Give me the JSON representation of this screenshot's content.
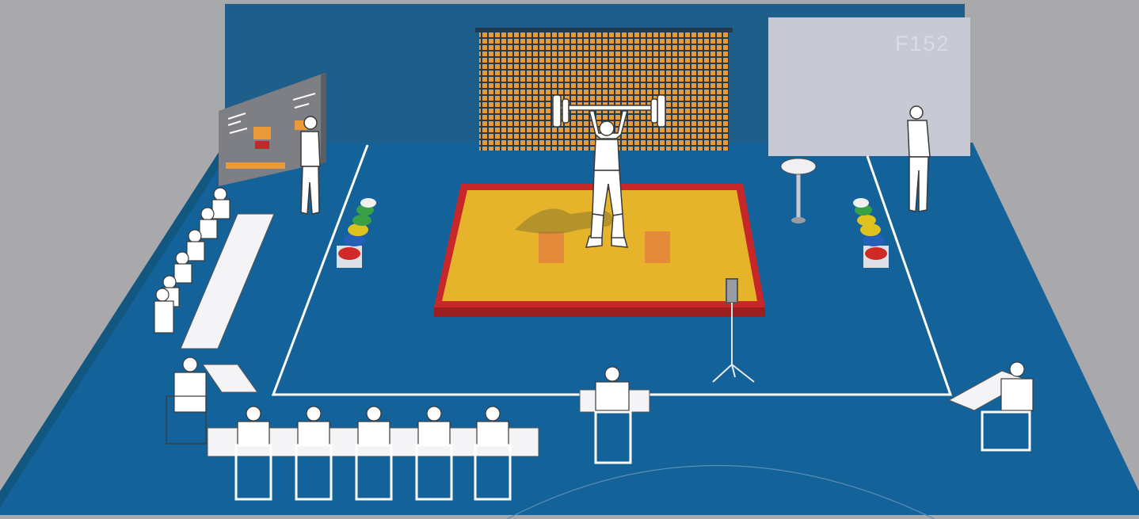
{
  "reference_code": "F152",
  "colors": {
    "background": "#a9a9ab",
    "hall_wall": "#1d5e8a",
    "floor": "#13629a",
    "lines": "#ffffff",
    "platform_top": "#e6b42a",
    "platform_border": "#c8272a",
    "foot_pads": "#e58a3b",
    "board": "#7d7f84",
    "seating": "#e99a3a",
    "screen": "#c7cad4",
    "figure": "#ffffff",
    "figure_outline": "#3a3a3a",
    "plate_colors": [
      "#cf2a27",
      "#2460b8",
      "#e0c21f",
      "#3aa046",
      "#f0f0f0"
    ]
  },
  "icons": [
    "athlete-figure",
    "barbell",
    "judge-figure",
    "official-figure",
    "plate-rack",
    "scoreboard",
    "camera-tripod",
    "chalk-stand"
  ]
}
